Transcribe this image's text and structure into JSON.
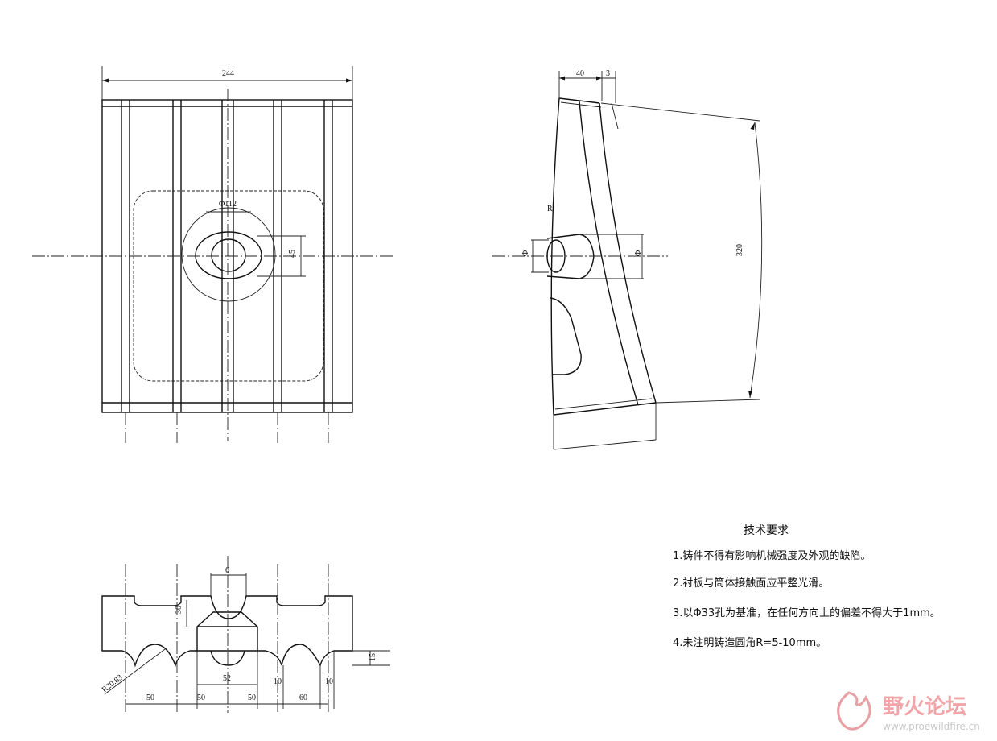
{
  "front_view": {
    "dim_width": "244",
    "dim_hole_dia": "Φ112",
    "dim_hole_height": "45"
  },
  "side_view": {
    "dim_top": "40",
    "dim_top_small": "3",
    "dim_radius": "R",
    "dim_left_bore": "Φ",
    "dim_right_bore": "Φ",
    "dim_arc_height": "320"
  },
  "section_view": {
    "dim_top_slot": "6",
    "dim_inner": "30",
    "dim_radius": "R20.83",
    "dim_right_height": "15",
    "bottom_dims": [
      "50",
      "50",
      "52",
      "50",
      "10",
      "60",
      "10"
    ]
  },
  "requirements": {
    "title": "技术要求",
    "items": [
      "1.铸件不得有影响机械强度及外观的缺陷。",
      "2.衬板与筒体接触面应平整光滑。",
      "3.以Φ33孔为基准，在任何方向上的偏差不得大于1mm。",
      "4.未注明铸造圆角R=5-10mm。"
    ]
  },
  "watermark": {
    "name": "野火论坛",
    "url": "www.proewildfire.cn",
    "brand_color": "#e8868c"
  }
}
